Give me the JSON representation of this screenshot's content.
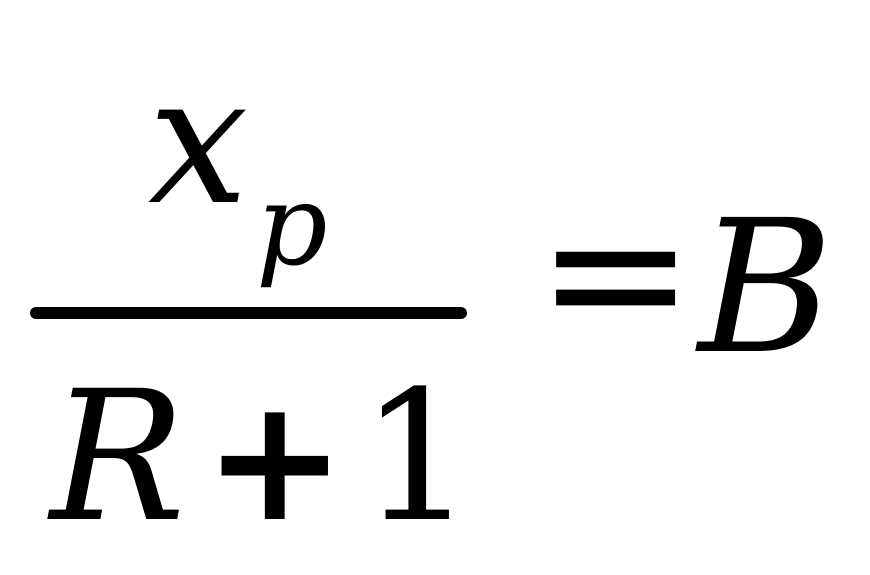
{
  "equation": {
    "numerator": {
      "variable": "x",
      "subscript": "p"
    },
    "denominator": {
      "variable": "R",
      "operator": "+",
      "constant": "1"
    },
    "relation": "=",
    "result": "B"
  }
}
